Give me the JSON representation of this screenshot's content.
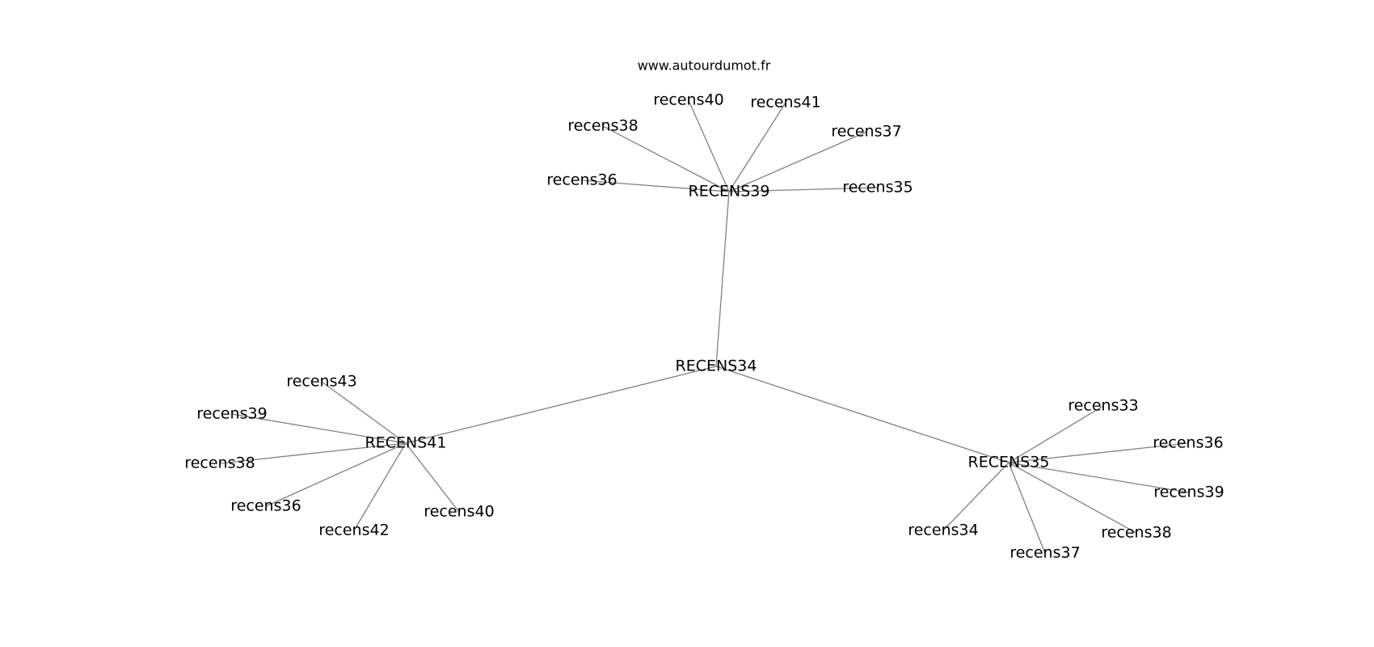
{
  "watermark": "www.autourdumot.fr",
  "colors": {
    "edge": "#808080",
    "text": "#000000",
    "background": "#ffffff"
  },
  "nodes": [
    {
      "id": "n_recens34",
      "label": "RECENS34"
    },
    {
      "id": "n_recens39",
      "label": "RECENS39"
    },
    {
      "id": "n_recens41",
      "label": "RECENS41"
    },
    {
      "id": "n_recens35",
      "label": "RECENS35"
    },
    {
      "id": "a_recens40",
      "label": "recens40"
    },
    {
      "id": "a_recens41",
      "label": "recens41"
    },
    {
      "id": "a_recens38",
      "label": "recens38"
    },
    {
      "id": "a_recens37",
      "label": "recens37"
    },
    {
      "id": "a_recens36",
      "label": "recens36"
    },
    {
      "id": "a_recens35",
      "label": "recens35"
    },
    {
      "id": "b_recens43",
      "label": "recens43"
    },
    {
      "id": "b_recens39",
      "label": "recens39"
    },
    {
      "id": "b_recens38",
      "label": "recens38"
    },
    {
      "id": "b_recens36",
      "label": "recens36"
    },
    {
      "id": "b_recens42",
      "label": "recens42"
    },
    {
      "id": "b_recens40",
      "label": "recens40"
    },
    {
      "id": "c_recens33",
      "label": "recens33"
    },
    {
      "id": "c_recens36",
      "label": "recens36"
    },
    {
      "id": "c_recens39",
      "label": "recens39"
    },
    {
      "id": "c_recens38",
      "label": "recens38"
    },
    {
      "id": "c_recens37",
      "label": "recens37"
    },
    {
      "id": "c_recens34",
      "label": "recens34"
    }
  ],
  "edges": [
    {
      "from": "n_recens34",
      "to": "n_recens39"
    },
    {
      "from": "n_recens34",
      "to": "n_recens41"
    },
    {
      "from": "n_recens34",
      "to": "n_recens35"
    },
    {
      "from": "n_recens39",
      "to": "a_recens40"
    },
    {
      "from": "n_recens39",
      "to": "a_recens41"
    },
    {
      "from": "n_recens39",
      "to": "a_recens38"
    },
    {
      "from": "n_recens39",
      "to": "a_recens37"
    },
    {
      "from": "n_recens39",
      "to": "a_recens36"
    },
    {
      "from": "n_recens39",
      "to": "a_recens35"
    },
    {
      "from": "n_recens41",
      "to": "b_recens43"
    },
    {
      "from": "n_recens41",
      "to": "b_recens39"
    },
    {
      "from": "n_recens41",
      "to": "b_recens38"
    },
    {
      "from": "n_recens41",
      "to": "b_recens36"
    },
    {
      "from": "n_recens41",
      "to": "b_recens42"
    },
    {
      "from": "n_recens41",
      "to": "b_recens40"
    },
    {
      "from": "n_recens35",
      "to": "c_recens33"
    },
    {
      "from": "n_recens35",
      "to": "c_recens36"
    },
    {
      "from": "n_recens35",
      "to": "c_recens39"
    },
    {
      "from": "n_recens35",
      "to": "c_recens38"
    },
    {
      "from": "n_recens35",
      "to": "c_recens37"
    },
    {
      "from": "n_recens35",
      "to": "c_recens34"
    }
  ]
}
